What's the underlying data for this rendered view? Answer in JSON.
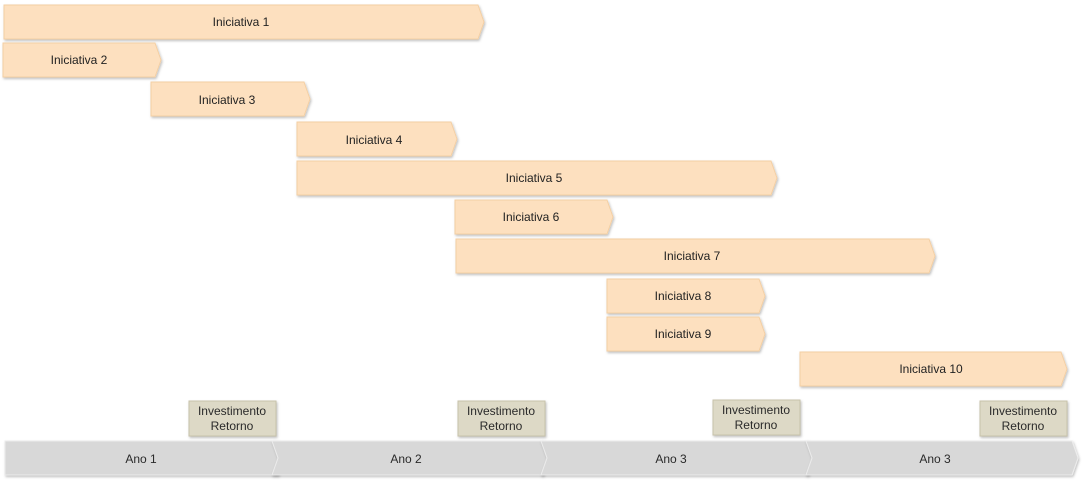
{
  "colors": {
    "initiative_fill": "#fde0bf",
    "initiative_stroke": "#f4cfa3",
    "year_fill": "#d8d8d8",
    "milestone_fill": "#ddd9c6",
    "milestone_stroke": "#c8c2aa",
    "text": "#222222"
  },
  "initiatives": [
    {
      "label": "Iniciativa 1"
    },
    {
      "label": "Iniciativa 2"
    },
    {
      "label": "Iniciativa 3"
    },
    {
      "label": "Iniciativa 4"
    },
    {
      "label": "Iniciativa 5"
    },
    {
      "label": "Iniciativa 6"
    },
    {
      "label": "Iniciativa 7"
    },
    {
      "label": "Iniciativa 8"
    },
    {
      "label": "Iniciativa 9"
    },
    {
      "label": "Iniciativa 10"
    }
  ],
  "milestones": [
    {
      "line1": "Investimento",
      "line2": "Retorno"
    },
    {
      "line1": "Investimento",
      "line2": "Retorno"
    },
    {
      "line1": "Investimento",
      "line2": "Retorno"
    },
    {
      "line1": "Investimento",
      "line2": "Retorno"
    }
  ],
  "years": [
    {
      "label": "Ano 1"
    },
    {
      "label": "Ano 2"
    },
    {
      "label": "Ano 3"
    },
    {
      "label": "Ano 3"
    }
  ]
}
